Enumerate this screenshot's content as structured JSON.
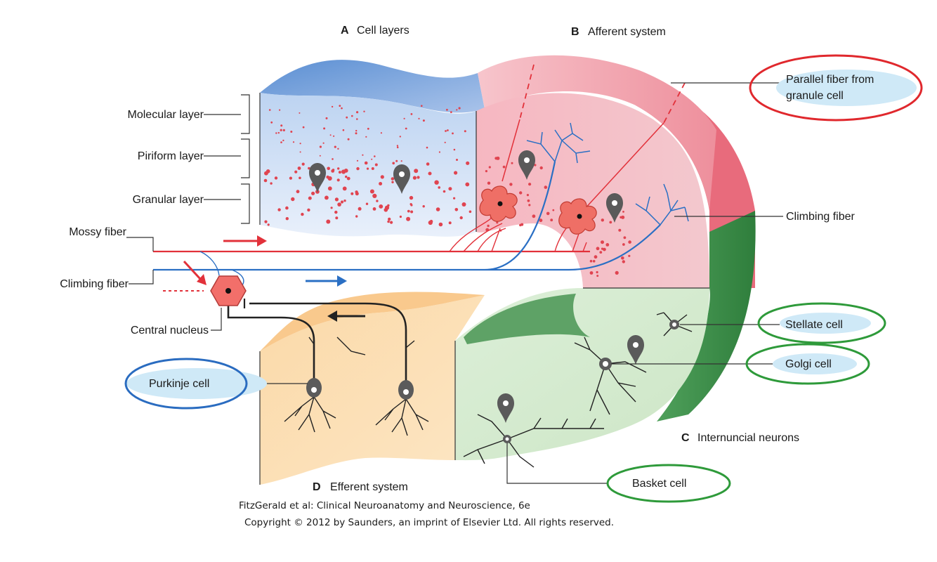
{
  "sections": {
    "a": {
      "letter": "A",
      "title": "Cell layers"
    },
    "b": {
      "letter": "B",
      "title": "Afferent system"
    },
    "c": {
      "letter": "C",
      "title": "Internuncial neurons"
    },
    "d": {
      "letter": "D",
      "title": "Efferent system"
    }
  },
  "labels": {
    "molecular_layer": "Molecular layer",
    "piriform_layer": "Piriform layer",
    "granular_layer": "Granular layer",
    "mossy_fiber": "Mossy fiber",
    "climbing_fiber_left": "Climbing fiber",
    "central_nucleus": "Central nucleus",
    "purkinje_cell": "Purkinje cell",
    "parallel_fiber_line1": "Parallel fiber from",
    "parallel_fiber_line2": "granule cell",
    "climbing_fiber_right": "Climbing fiber",
    "stellate_cell": "Stellate cell",
    "golgi_cell": "Golgi cell",
    "basket_cell": "Basket cell"
  },
  "credit": {
    "line1": "FitzGerald et al: Clinical Neuroanatomy and Neuroscience, 6e",
    "line2": "Copyright © 2012 by Saunders, an imprint of Elsevier Ltd. All rights reserved."
  },
  "colors": {
    "ring_red": "#e0282d",
    "ring_green": "#2e9a3a",
    "ring_blue": "#2a6cc0",
    "fiber_red": "#e2313a",
    "fiber_blue": "#2a6fc4",
    "highlight": "#cfe9f7"
  }
}
